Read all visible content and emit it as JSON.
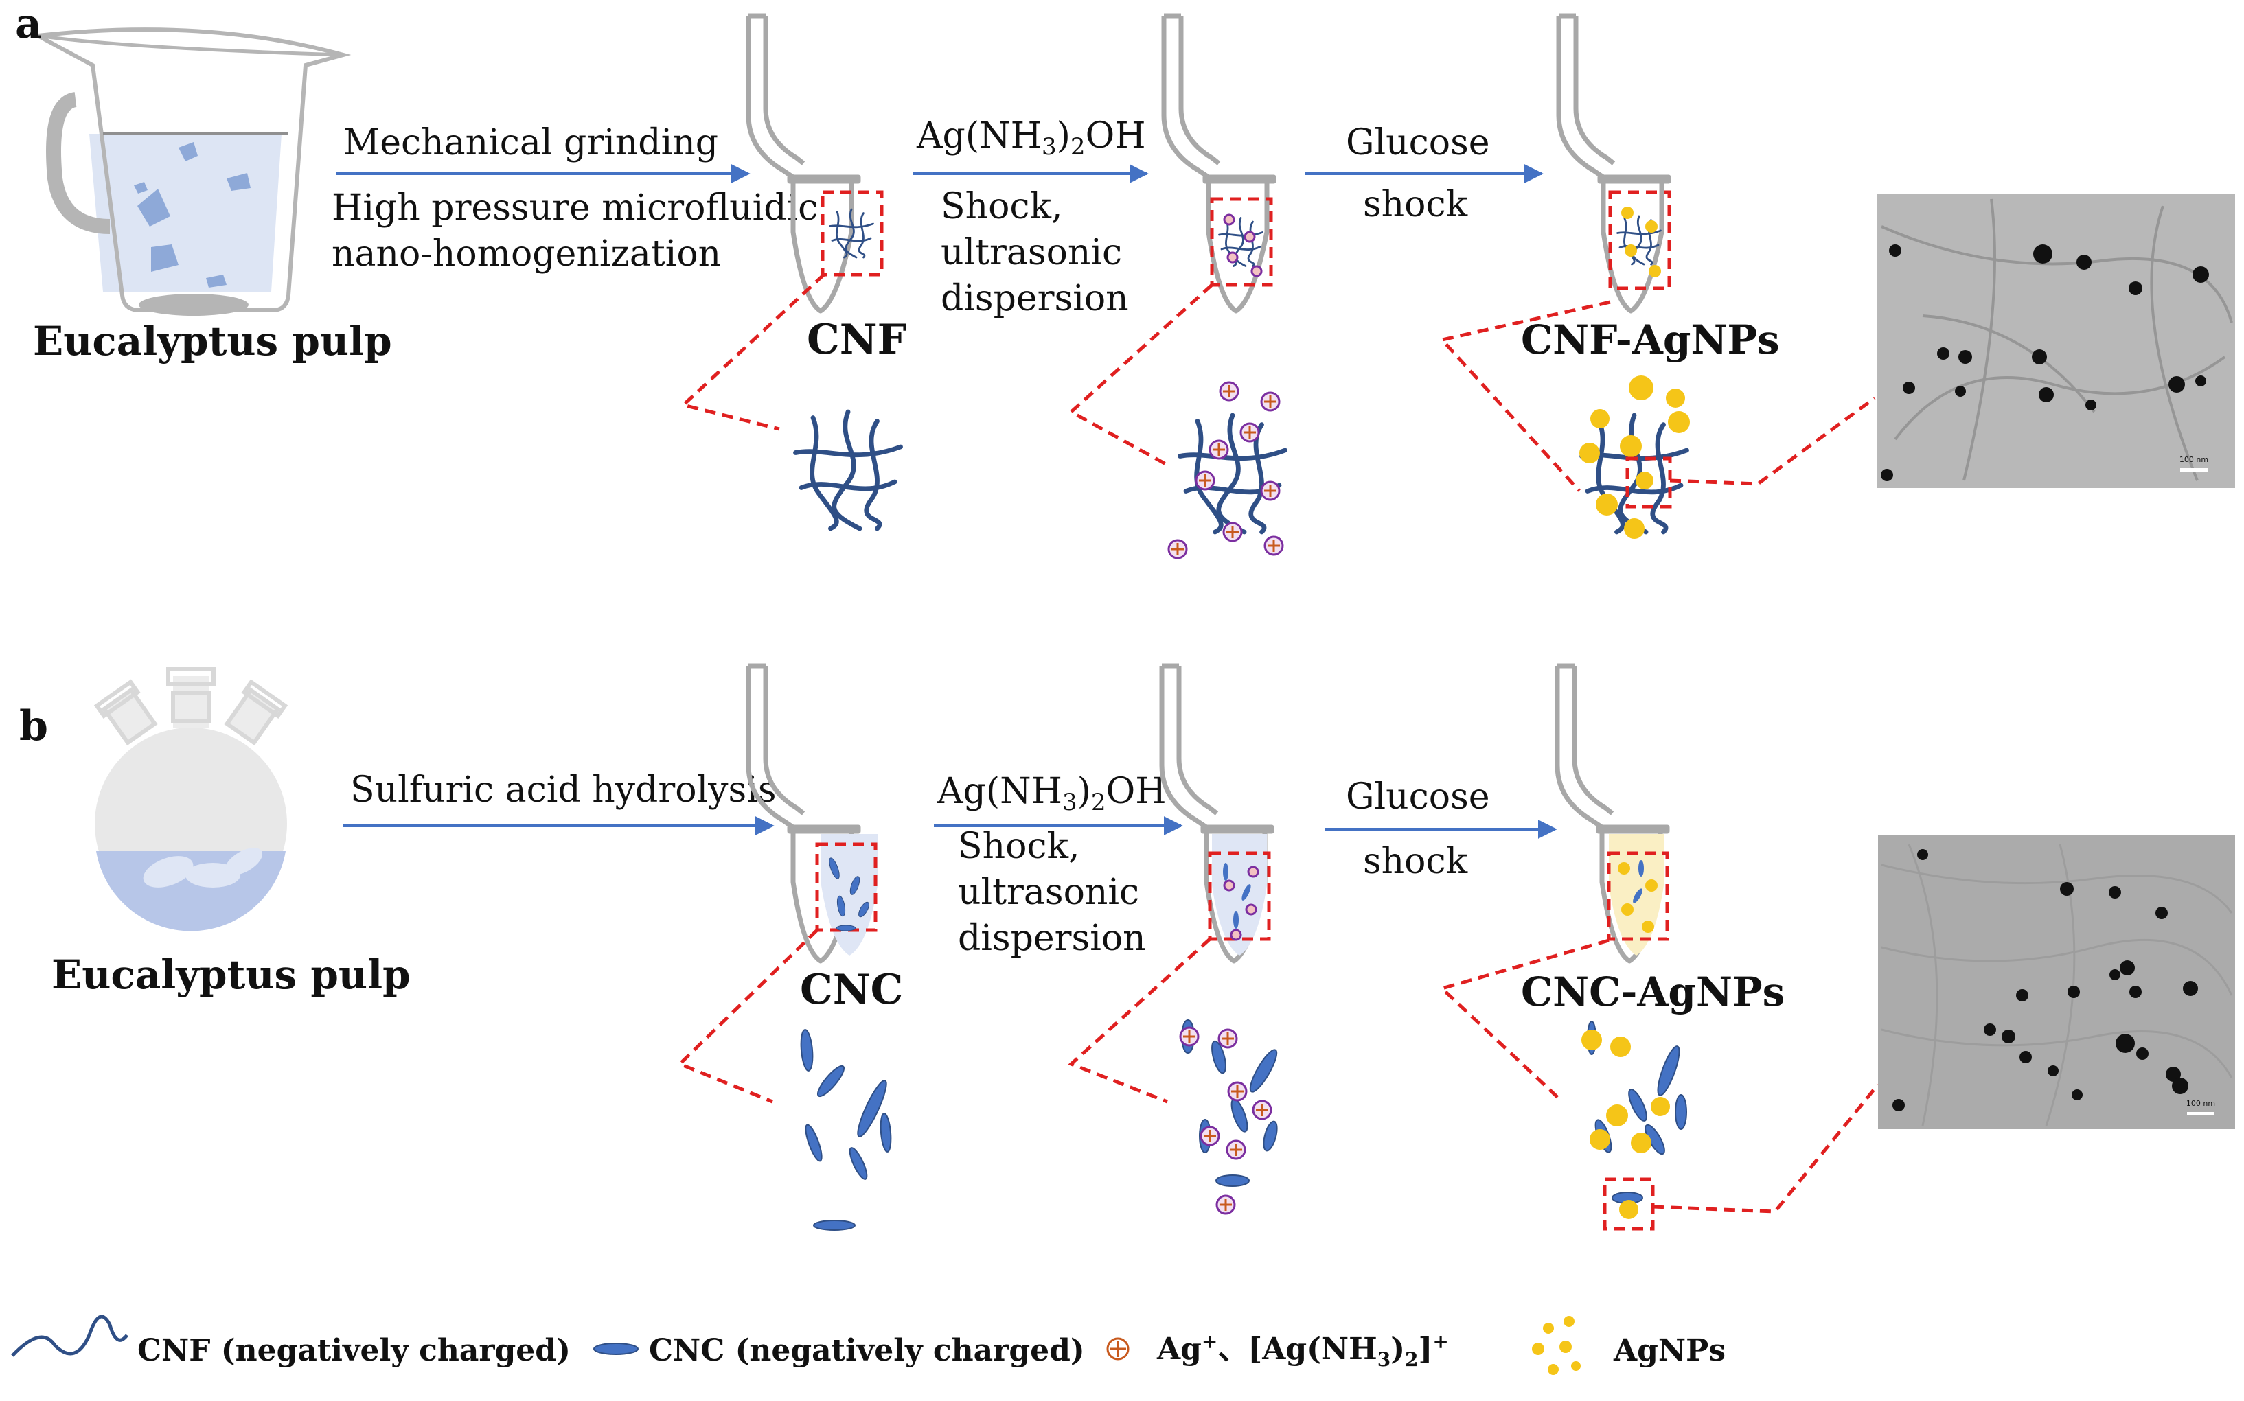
{
  "panel_a": {
    "label": "a",
    "source": "Eucalyptus pulp",
    "step1_line1": "Mechanical grinding",
    "step1_line2": "High pressure microfluidic",
    "step1_line3": "nano-homogenization",
    "material": "CNF",
    "step2_reagent": "Ag(NH3)2OH",
    "step2_line1": "Shock,",
    "step2_line2": "ultrasonic",
    "step2_line3": "dispersion",
    "step3_line1": "Glucose",
    "step3_line2": "shock",
    "product": "CNF-AgNPs",
    "tem_scale": "100 nm"
  },
  "panel_b": {
    "label": "b",
    "source": "Eucalyptus pulp",
    "step1_line1": "Sulfuric acid hydrolysis",
    "material": "CNC",
    "step2_reagent": "Ag(NH3)2OH",
    "step2_line1": "Shock,",
    "step2_line2": "ultrasonic",
    "step2_line3": "dispersion",
    "step3_line1": "Glucose",
    "step3_line2": "shock",
    "product": "CNC-AgNPs",
    "tem_scale": "100 nm"
  },
  "legend": {
    "cnf": "CNF (negatively charged)",
    "cnc": "CNC (negatively charged)",
    "ag": "Ag+、[Ag(NH3)2]+",
    "agnps": "AgNPs"
  },
  "colors": {
    "fiber": "#2f4f86",
    "crystal": "#4472c4",
    "arrow": "#4472c4",
    "dash": "#e02020",
    "gold": "#f5c518",
    "ion": "#c85a1e",
    "tube": "#a8a8a8",
    "liquid": "#c5d3ee"
  }
}
